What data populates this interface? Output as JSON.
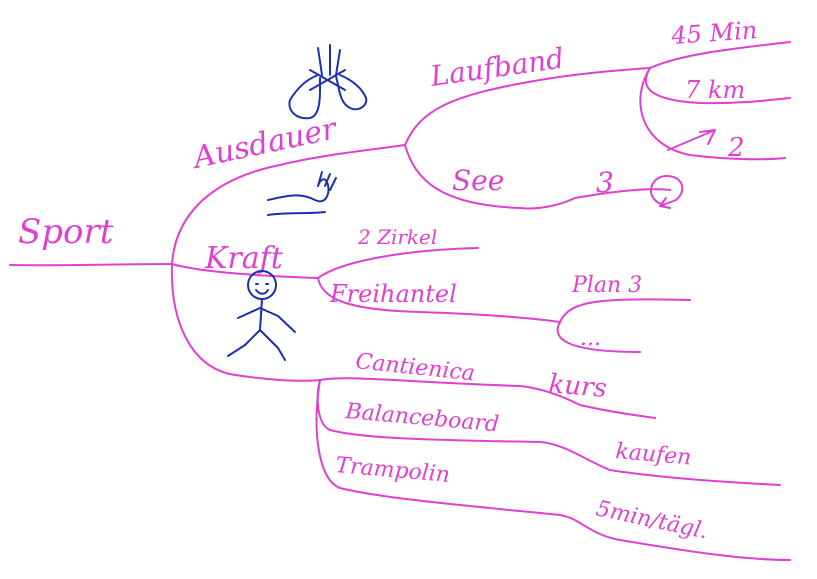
{
  "mindmap": {
    "root": "Sport",
    "ausdauer": {
      "label": "Ausdauer",
      "laufband": {
        "label": "Laufband",
        "details": [
          "45 Min",
          "7 km",
          "2"
        ]
      },
      "see": {
        "label": "See",
        "count": "3"
      }
    },
    "kraft": {
      "label": "Kraft",
      "zirkel": "2 Zirkel",
      "freihantel": {
        "label": "Freihantel",
        "details": [
          "Plan 3",
          "..."
        ]
      }
    },
    "other": [
      {
        "label": "Cantienica",
        "note": "kurs"
      },
      {
        "label": "Balanceboard",
        "note": "kaufen"
      },
      {
        "label": "Trampolin",
        "note": "5min/tägl."
      }
    ]
  },
  "icons": {
    "lungs": "lungs-icon",
    "swimmer": "swimmer-icon",
    "runner": "stick-figure-runner-icon",
    "refresh": "cycle-arrow-icon",
    "incline": "incline-arrow-icon"
  },
  "colors": {
    "ink": "#e040d0",
    "sketch": "#1c2fb0"
  }
}
